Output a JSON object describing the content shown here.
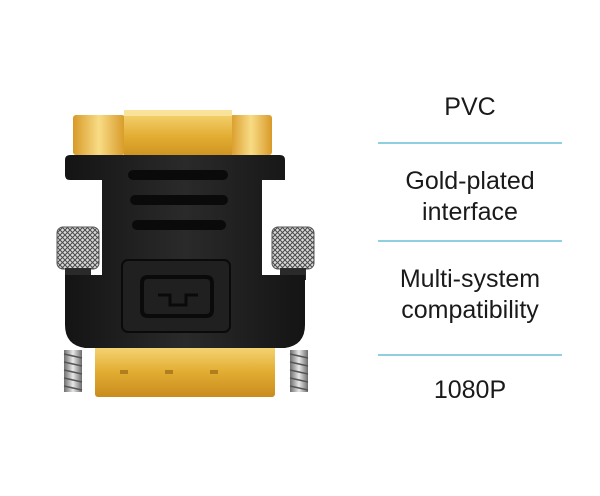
{
  "product": {
    "icon": "dvi-hdmi-adapter"
  },
  "colors": {
    "divider": "#8fcfe0",
    "text": "#1a1a1a",
    "gold": "#e7b944",
    "body": "#1b1b1b"
  },
  "specs": [
    {
      "label": "PVC"
    },
    {
      "label": "Gold-plated interface"
    },
    {
      "label": "Multi-system compatibility"
    },
    {
      "label": "1080P"
    }
  ]
}
